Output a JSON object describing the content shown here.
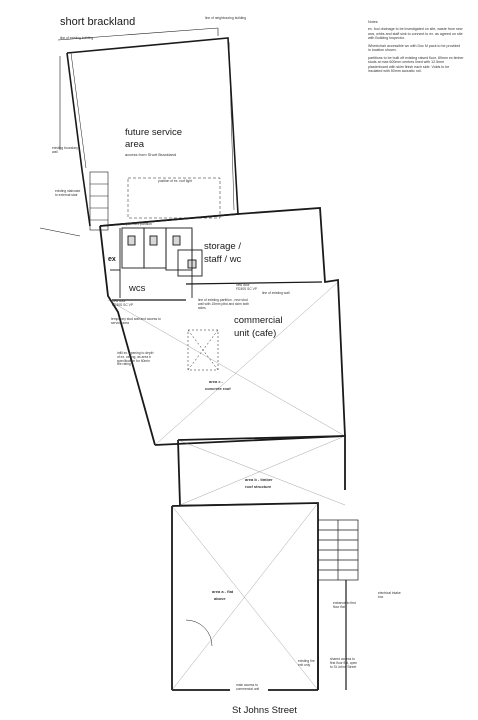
{
  "street_top": "short brackland",
  "street_bottom": "St Johns Street",
  "neighbour_top": "line of neighbouring building",
  "line_existing_building": "line of existing building",
  "existing_boundary_wall": "existing boundary wall",
  "existing_stairs_note": "existing staircase to external stair",
  "future_area": {
    "title_line1": "future service",
    "title_line2": "area",
    "subtitle": "access from Short Brackland",
    "roof_light_note": "position of ex. roof light"
  },
  "storage": {
    "line1": "storage /",
    "line2": "staff / wc"
  },
  "ex_label": "ex",
  "wcs_label": "wcs",
  "commercial": {
    "line1": "commercial",
    "line2": "unit (cafe)"
  },
  "area_c": {
    "line1": "area c -",
    "line2": "concrete roof"
  },
  "area_b": {
    "line1": "area b - timber",
    "line2": "roof structure"
  },
  "area_a": {
    "line1": "area a - flat",
    "line2": "above"
  },
  "small_labels": {
    "new_door_1": "new door FD30S SC VP",
    "new_door_2": "new door FD30S SC VP",
    "partition": "line of existing partition - new stud wall with 15mm plbd and skim both sides",
    "line_existing_wall": "line of existing wall",
    "temp_wall": "temporary stud wall and access to service area",
    "infill": "infill ex. opening to depth of ex. ceiling, as area b specification for 60min fire rating",
    "existing_fire_exit": "existing fire exit only",
    "shared_access": "shared access to first floor flat, open to St Johns Street",
    "entrance": "entrance to first floor flat",
    "electrical": "electrical intake box",
    "main_access": "main access to commercial unit",
    "compartment": "compartment partition"
  },
  "notes": [
    "Notes:",
    "ex. foul drainage to be investigated on site, waste from new wcs, whbs and staff sink to connect to ex. as agreed on site with Building Inspector.",
    "Wheelchair accessible wc with Doc M pack to be provided in location shown.",
    "partitions to be built off existing raised floor, 89mm ex timber studs at max 600mm centres lined with 12.5mm plasterboard with skim finish each side. Voids to be insulated with 50mm acoustic roll."
  ]
}
